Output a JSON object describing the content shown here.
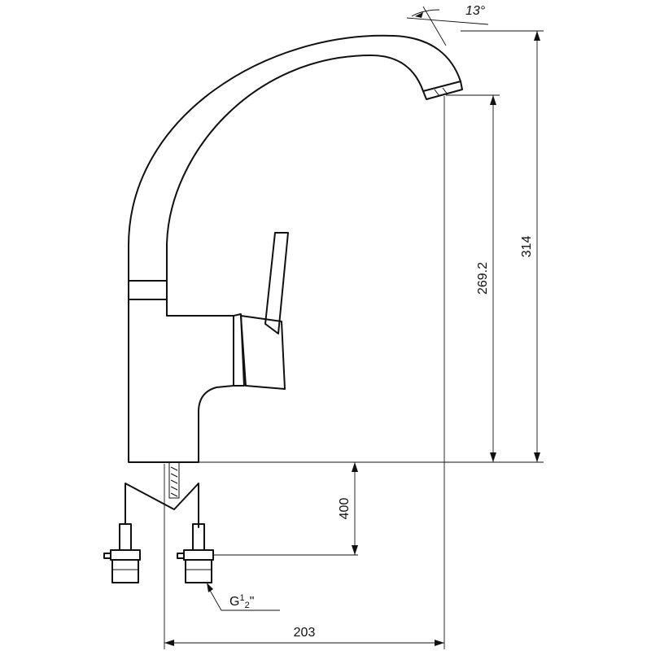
{
  "drawing": {
    "colors": {
      "line": "#111111",
      "background": "#ffffff"
    },
    "dimensions": {
      "angle": "13°",
      "overall_height": "314",
      "spout_height": "269.2",
      "hose_length": "400",
      "reach": "203"
    },
    "thread": {
      "prefix": "G",
      "sup": "1",
      "sub": "2",
      "suffix": "\""
    }
  }
}
